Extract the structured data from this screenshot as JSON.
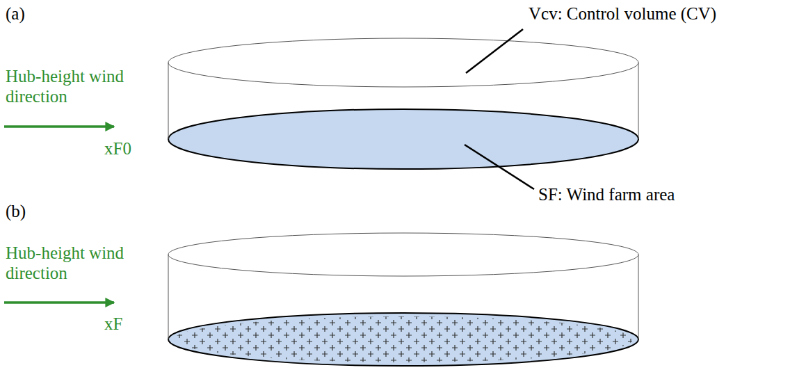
{
  "diagram": {
    "labels": [
      "(a)",
      "Hub-height wind direction",
      "xF0",
      "Vcv: Control volume (CV)",
      "SF: Wind farm area",
      "(b)",
      "Hub-height wind direction",
      "xF"
    ]
  }
}
